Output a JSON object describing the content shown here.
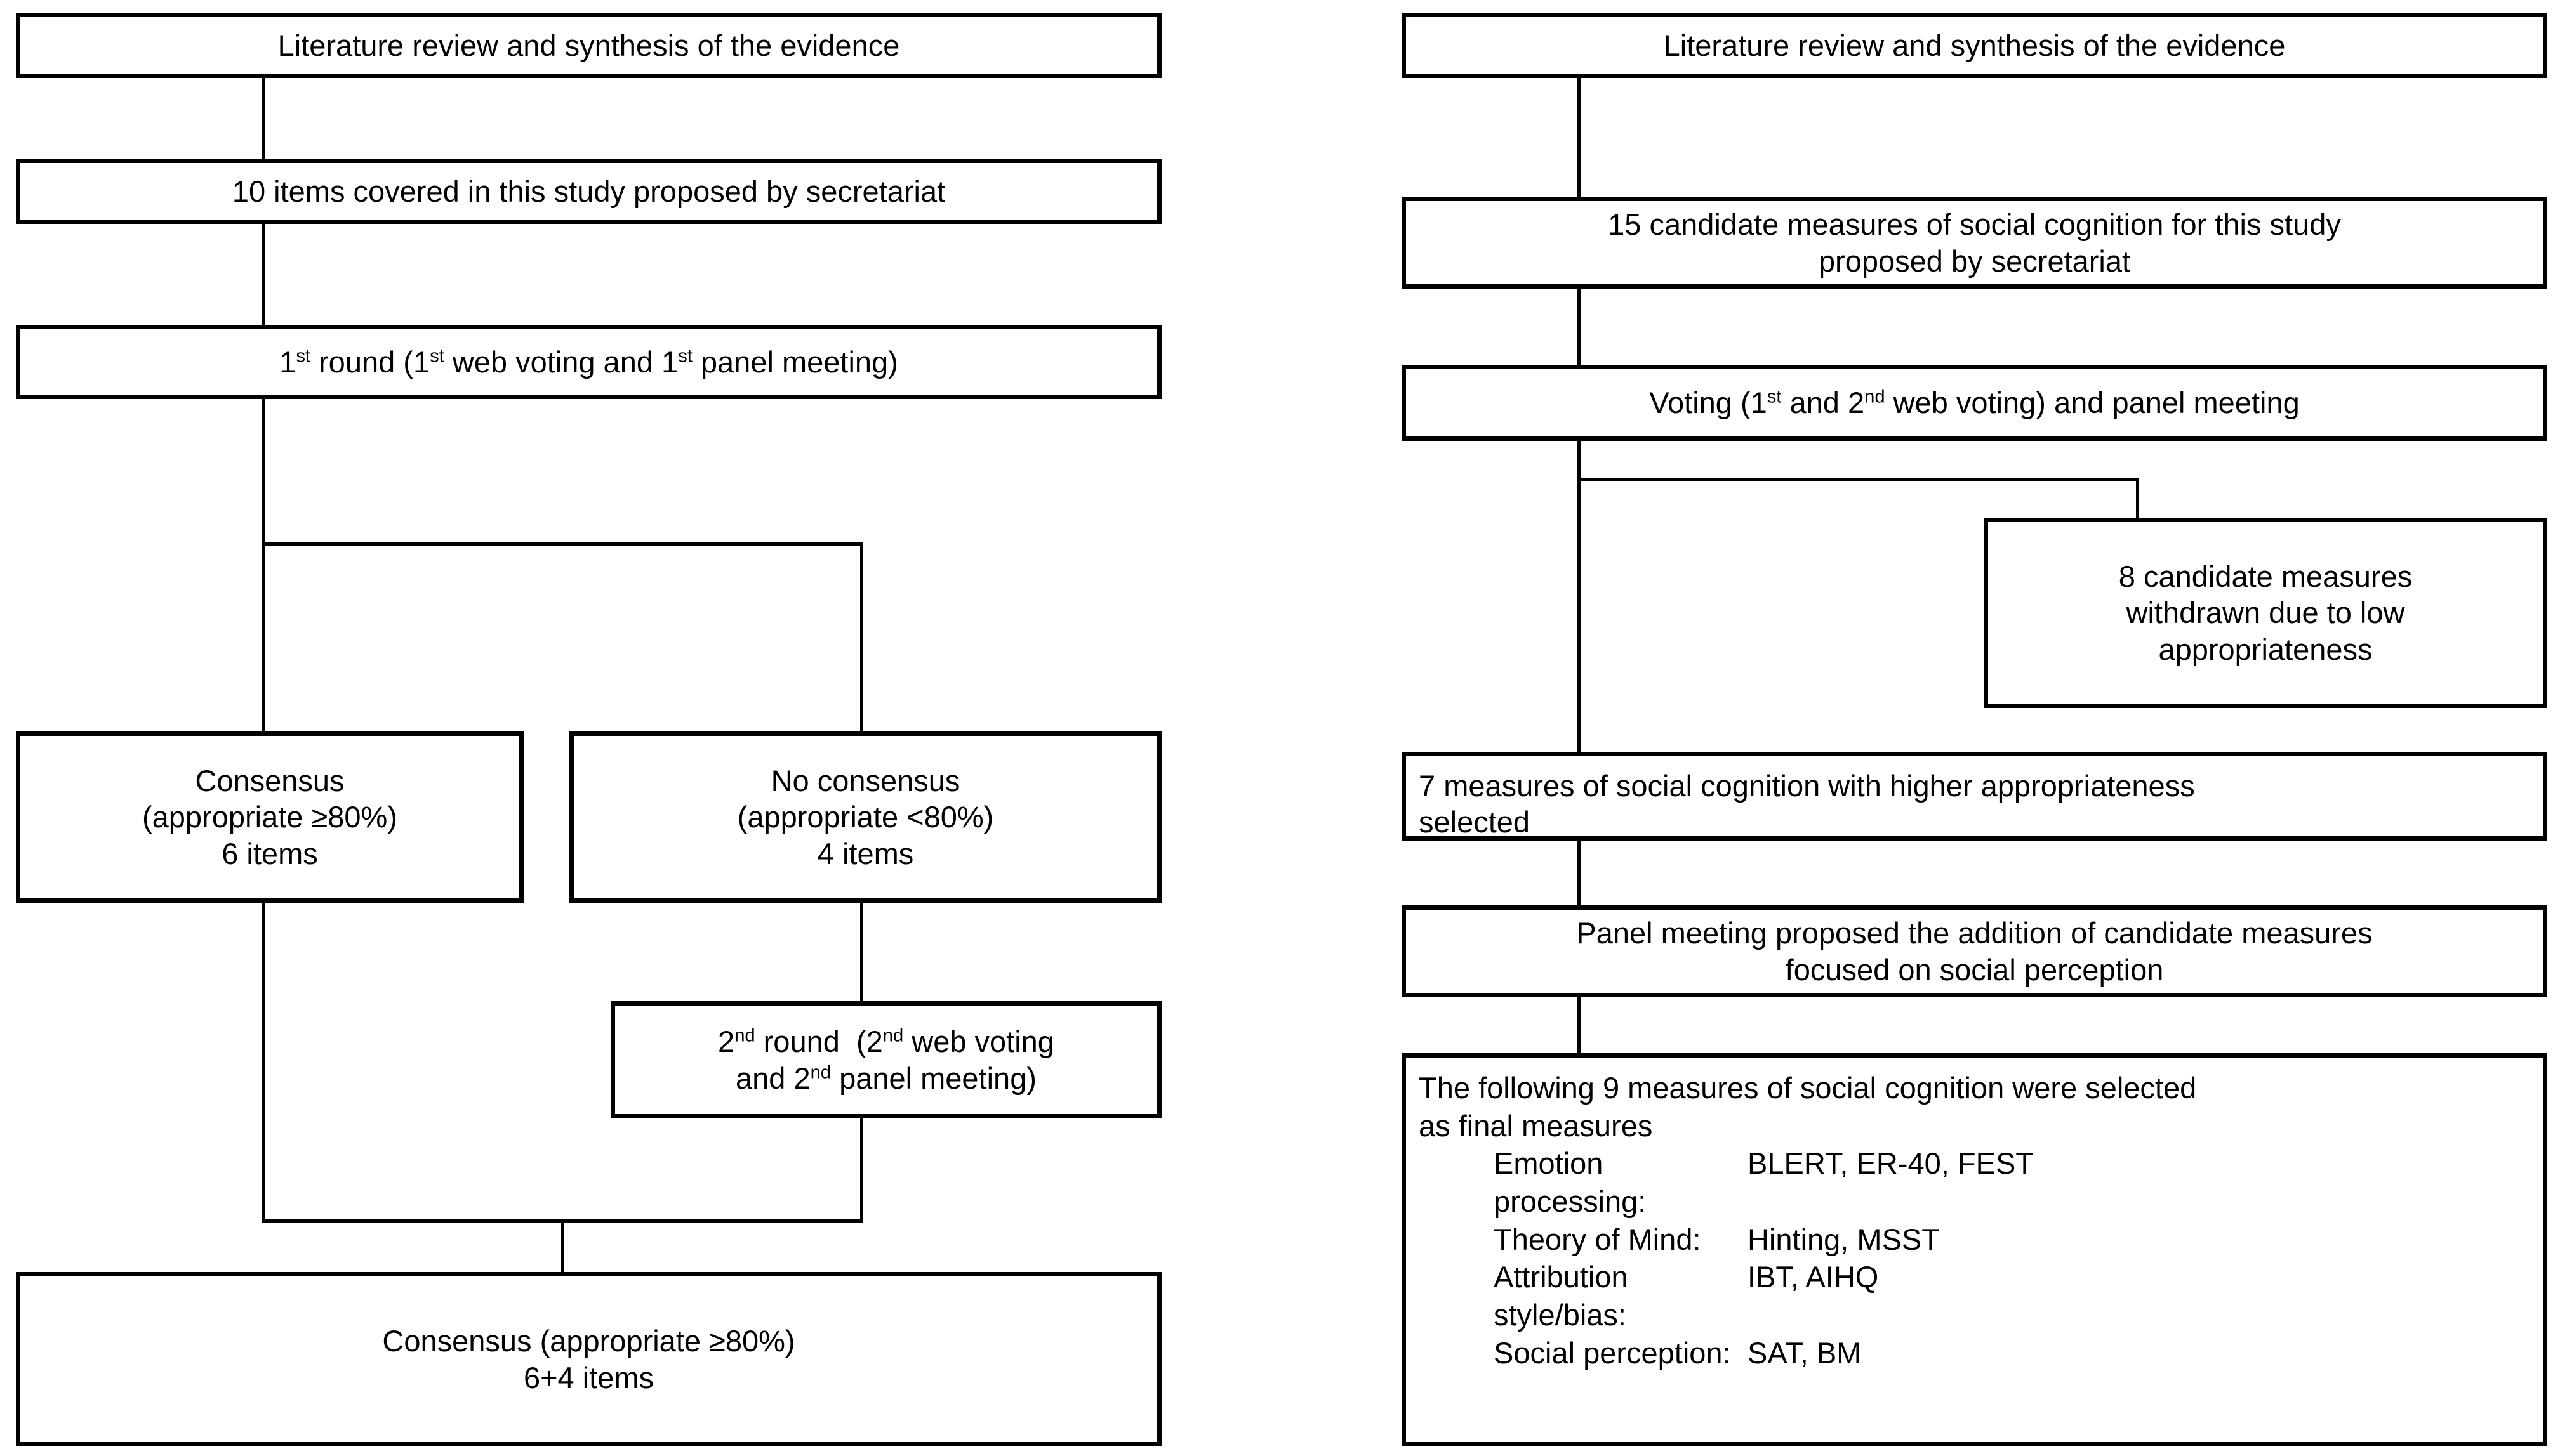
{
  "diagram": {
    "type": "flowchart",
    "title": "Delphi consensus process flow",
    "panels": [
      {
        "id": "left-panel",
        "name": "items-consensus-process",
        "nodes": [
          {
            "id": "l1",
            "name": "literature-review",
            "text": "Literature review and synthesis of the evidence"
          },
          {
            "id": "l2",
            "name": "items-proposed",
            "text": "10 items covered in this study proposed by secretariat"
          },
          {
            "id": "l3",
            "name": "first-round",
            "text_parts": [
              "1",
              "st",
              " round (1",
              "st",
              " web voting and 1",
              "st",
              " panel meeting)"
            ]
          },
          {
            "id": "l4",
            "name": "consensus-6-items",
            "lines": [
              "Consensus",
              "(appropriate ≥80%)",
              "6 items"
            ]
          },
          {
            "id": "l5",
            "name": "no-consensus-4-items",
            "lines": [
              "No consensus",
              "(appropriate <80%)",
              "4 items"
            ]
          },
          {
            "id": "l6",
            "name": "second-round",
            "text_parts": [
              "2",
              "nd",
              " round  (2",
              "nd",
              " web voting",
              "and 2",
              "nd",
              " panel meeting)"
            ]
          },
          {
            "id": "l7",
            "name": "final-consensus",
            "lines": [
              "Consensus (appropriate ≥80%)",
              "6+4 items"
            ]
          }
        ]
      },
      {
        "id": "right-panel",
        "name": "measures-selection-process",
        "nodes": [
          {
            "id": "r1",
            "name": "literature-review",
            "text": "Literature review and synthesis of the evidence"
          },
          {
            "id": "r2",
            "name": "candidate-measures-proposed",
            "lines": [
              "15 candidate measures of social cognition for this study",
              "proposed by secretariat"
            ]
          },
          {
            "id": "r3",
            "name": "voting-and-panel-meeting",
            "text_parts": [
              "Voting (1",
              "st",
              " and 2",
              "nd",
              " web voting) and panel meeting"
            ]
          },
          {
            "id": "r4",
            "name": "measures-withdrawn",
            "lines": [
              "8 candidate measures",
              "withdrawn due to low",
              "appropriateness"
            ]
          },
          {
            "id": "r5",
            "name": "measures-selected",
            "lines": [
              "7 measures of social cognition with higher appropriateness",
              "selected"
            ]
          },
          {
            "id": "r6",
            "name": "panel-meeting-addition",
            "lines": [
              "Panel meeting proposed the addition of candidate measures",
              "focused on social perception"
            ]
          },
          {
            "id": "r7",
            "name": "final-measures",
            "heading_lines": [
              "The following 9 measures of social cognition were selected",
              "as final measures"
            ],
            "rows": [
              {
                "category": "Emotion processing:",
                "measures": "BLERT, ER-40, FEST"
              },
              {
                "category": "Theory of Mind:",
                "measures": "Hinting, MSST"
              },
              {
                "category": "Attribution style/bias:",
                "measures": "IBT, AIHQ"
              },
              {
                "category": "Social perception:",
                "measures": "SAT, BM"
              }
            ]
          }
        ]
      }
    ],
    "colors": {
      "stroke": "#000000",
      "fill": "#ffffff",
      "text": "#000000"
    }
  }
}
